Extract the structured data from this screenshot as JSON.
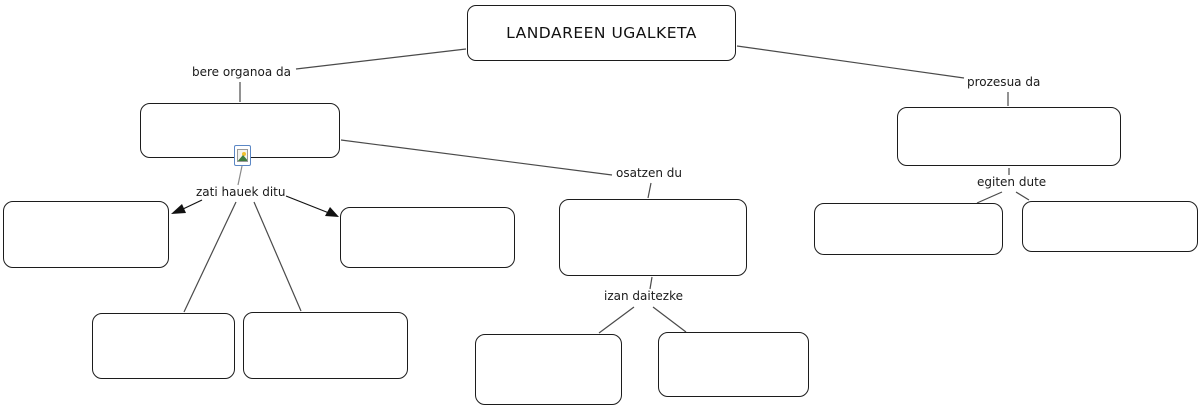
{
  "title": "LANDAREEN UGALKETA",
  "labels": {
    "bere_organoa_da": "bere organoa da",
    "zati_hauek_ditu": "zati hauek ditu",
    "osatzen_du": "osatzen du",
    "izan_daitezke": "izan daitezke",
    "prozesua_da": "prozesua da",
    "egiten_dute": "egiten dute"
  },
  "nodes": [
    {
      "id": "title-box",
      "value": "LANDAREEN UGALKETA"
    },
    {
      "id": "organ-box",
      "value": ""
    },
    {
      "id": "part-box-left",
      "value": ""
    },
    {
      "id": "part-box-right",
      "value": ""
    },
    {
      "id": "part-box-bottom-left",
      "value": ""
    },
    {
      "id": "part-box-bottom-right",
      "value": ""
    },
    {
      "id": "structure-box",
      "value": ""
    },
    {
      "id": "type-box-left",
      "value": ""
    },
    {
      "id": "type-box-right",
      "value": ""
    },
    {
      "id": "process-box",
      "value": ""
    },
    {
      "id": "agent-box-left",
      "value": ""
    },
    {
      "id": "agent-box-right",
      "value": ""
    }
  ],
  "icon": {
    "name": "image-resource-icon"
  },
  "colors": {
    "background": "#ffffff",
    "box_border": "#1c1c1c",
    "connector_line": "#4a4a4a",
    "label_text": "#1a1a1a",
    "icon_frame": "#5b87c5",
    "icon_sun": "#f2c12e",
    "icon_mountain": "#3e7c3e"
  }
}
